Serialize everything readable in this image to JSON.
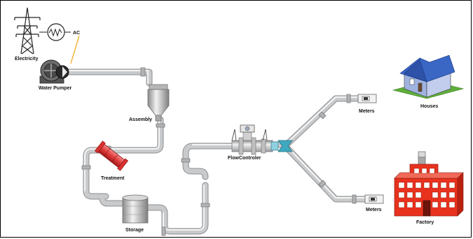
{
  "labels": {
    "electricity": "Electricity",
    "ac": "AC",
    "water_pumper": "Water Pumper",
    "assembly": "Assembly",
    "treatment": "Treatment",
    "storage": "Storage",
    "flow_controller": "FlowControler",
    "meters_top": "Meters",
    "meters_bottom": "Meters",
    "houses": "Houses",
    "factory": "Factory"
  },
  "colors": {
    "pipe": "#c4c6c8",
    "pipe_highlight": "#eeeeee",
    "pipe_shadow": "#8c8e90",
    "treatment_red": "#e03a3a",
    "junction_teal": "#3fa9c0",
    "factory_red": "#e8321e",
    "house_roof": "#3a66c4",
    "house_wall": "#b8c4e8",
    "grass": "#5fae3a",
    "ac_line": "#f2b233"
  }
}
